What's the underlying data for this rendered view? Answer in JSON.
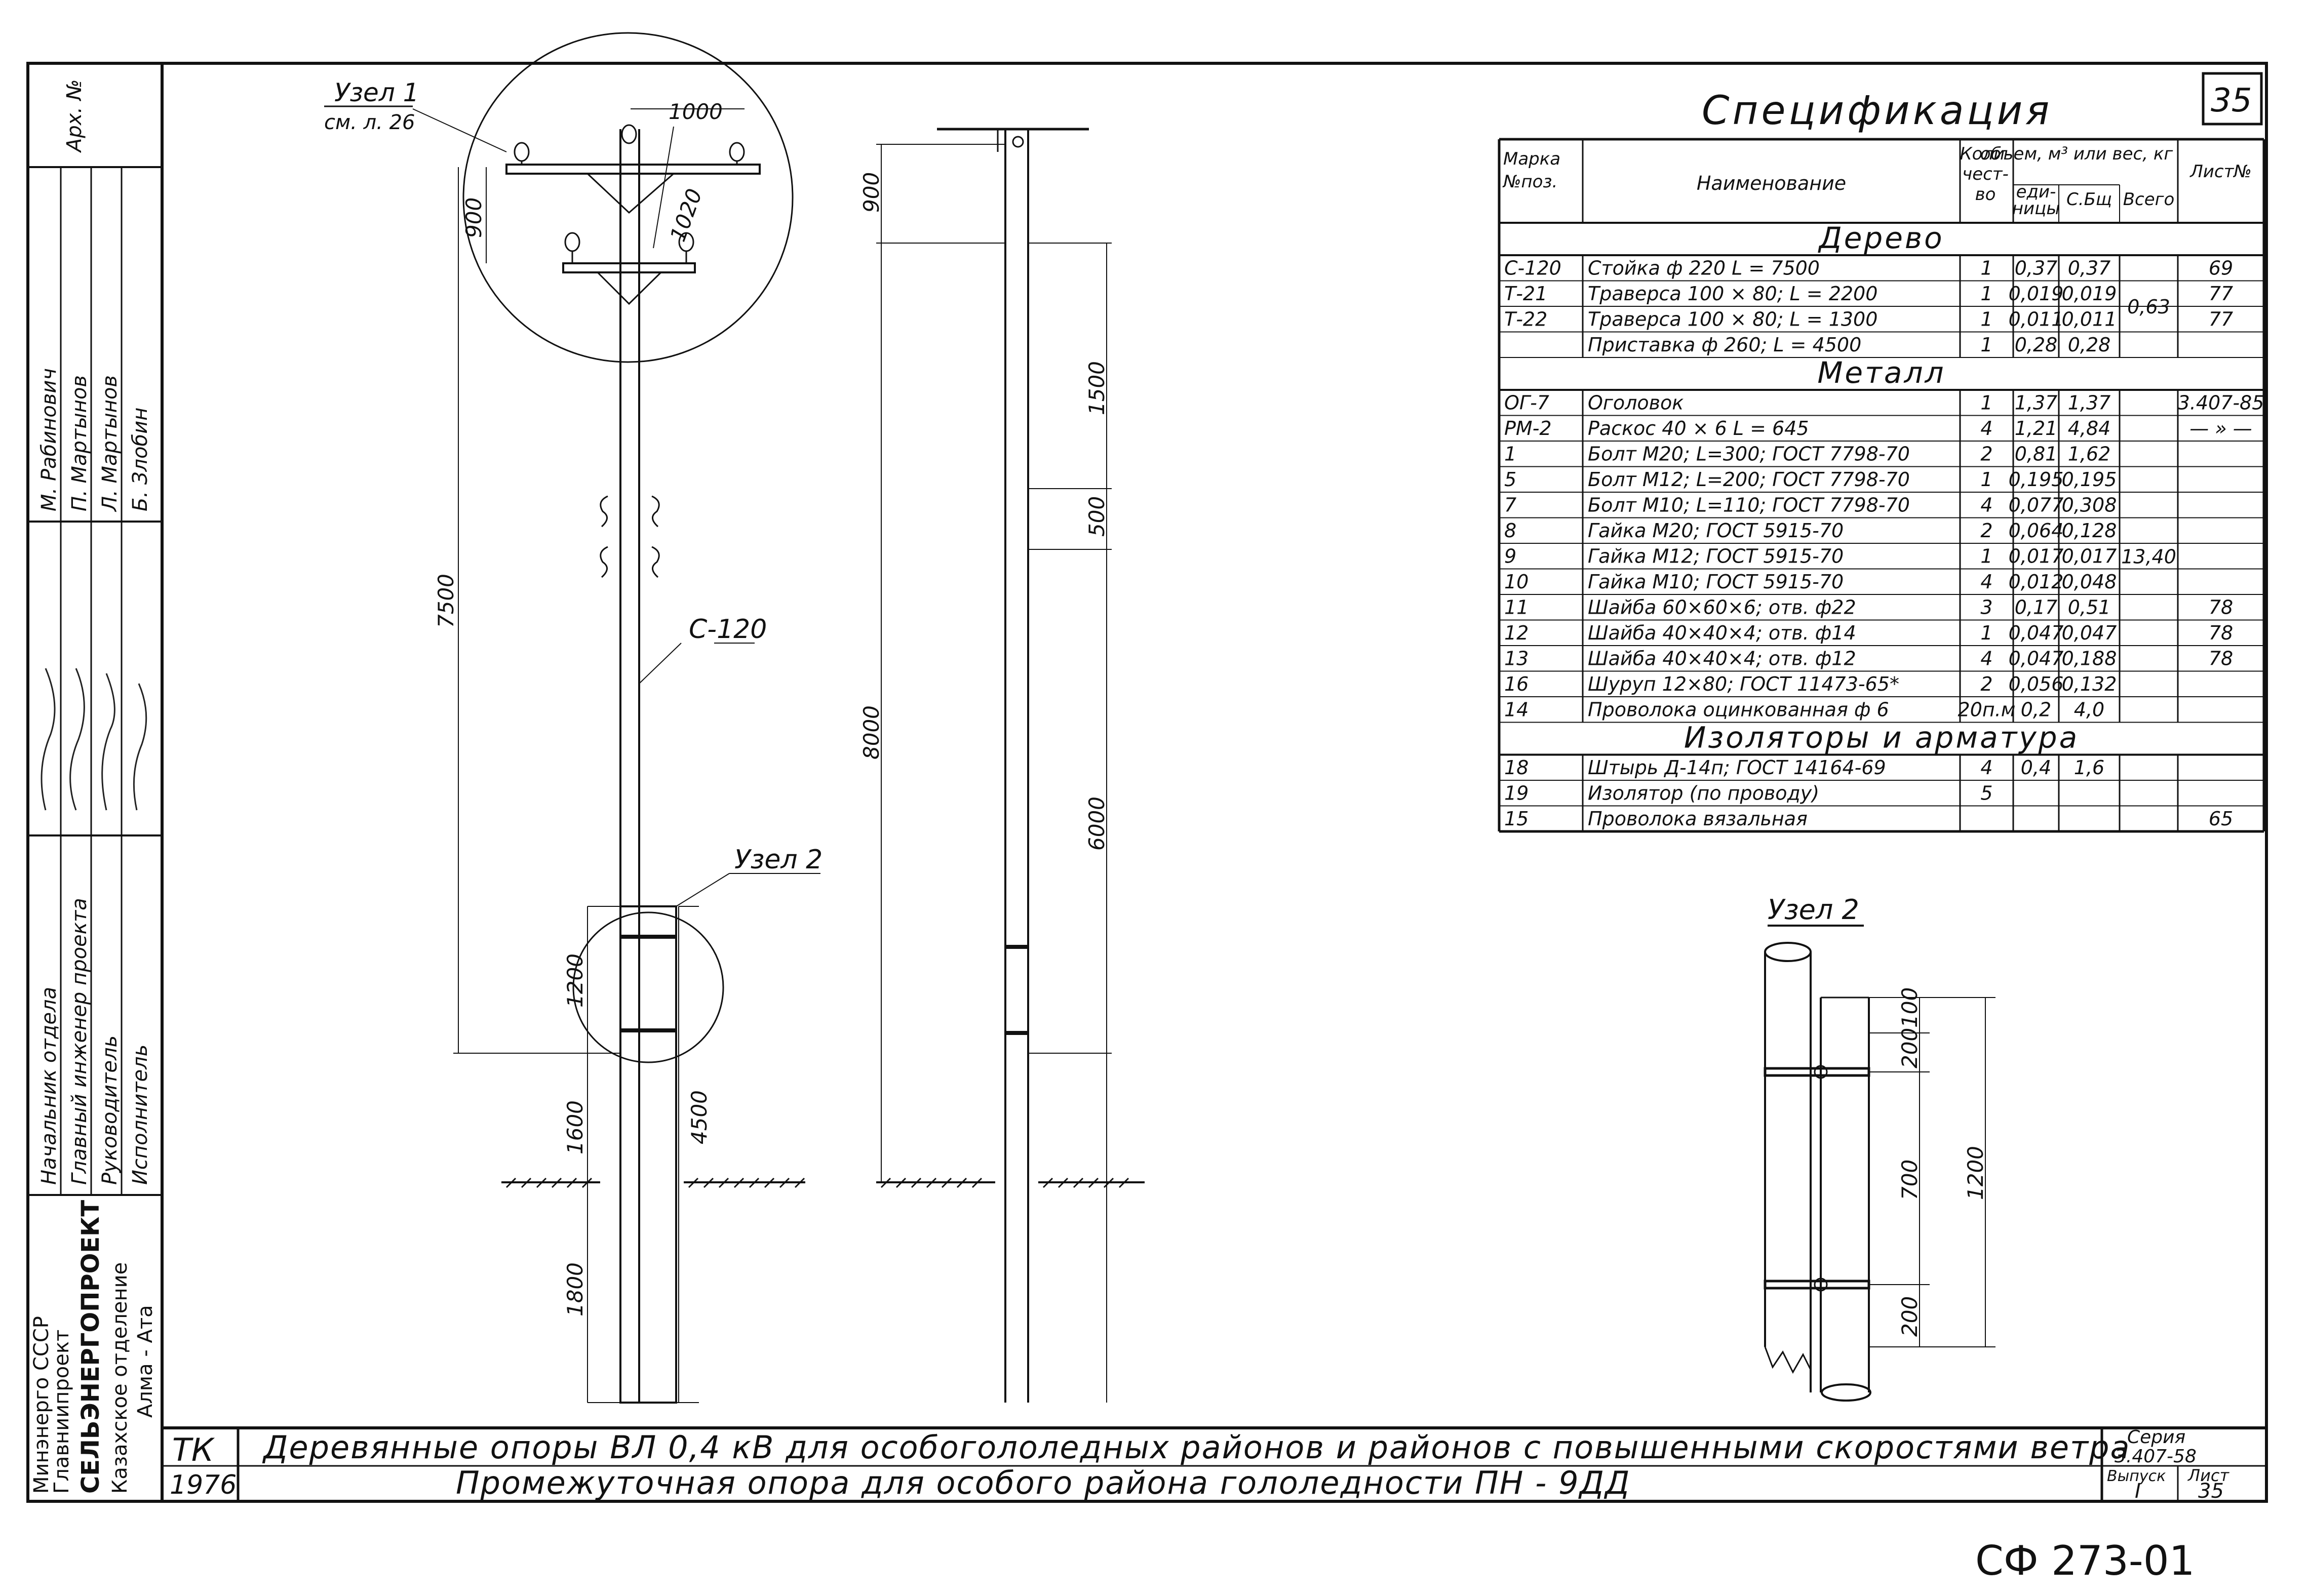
{
  "sheet_number": "35",
  "spec_title": "Спецификация",
  "spec_headers": {
    "mark": "Марка №поз.",
    "name": "Наименование",
    "qty": "Коли- чест- во",
    "volume": "объем, м³ или вес, кг",
    "unit": "еди- ницы",
    "sum": "С.Бщ",
    "total": "Всего",
    "sheet": "Лист№"
  },
  "spec_sections": [
    {
      "title": "Дерево",
      "total": "0,63",
      "rows": [
        {
          "mark": "С-120",
          "name": "Стойка  ф 220   L = 7500",
          "qty": "1",
          "unit": "0,37",
          "sum": "0,37",
          "sheet": "69"
        },
        {
          "mark": "Т-21",
          "name": "Траверса  100 × 80;  L = 2200",
          "qty": "1",
          "unit": "0,019",
          "sum": "0,019",
          "sheet": "77"
        },
        {
          "mark": "Т-22",
          "name": "Траверса  100 × 80;  L = 1300",
          "qty": "1",
          "unit": "0,011",
          "sum": "0,011",
          "sheet": "77"
        },
        {
          "mark": "",
          "name": "Приставка  ф 260;   L = 4500",
          "qty": "1",
          "unit": "0,28",
          "sum": "0,28",
          "sheet": ""
        }
      ]
    },
    {
      "title": "Металл",
      "total": "13,40",
      "rows": [
        {
          "mark": "ОГ-7",
          "name": "Оголовок",
          "qty": "1",
          "unit": "1,37",
          "sum": "1,37",
          "sheet": "3.407-85"
        },
        {
          "mark": "РМ-2",
          "name": "Раскос  40 × 6   L = 645",
          "qty": "4",
          "unit": "1,21",
          "sum": "4,84",
          "sheet": "— » —"
        },
        {
          "mark": "1",
          "name": "Болт  М20;  L=300;  ГОСТ 7798-70",
          "qty": "2",
          "unit": "0,81",
          "sum": "1,62",
          "sheet": ""
        },
        {
          "mark": "5",
          "name": "Болт  М12;  L=200;  ГОСТ 7798-70",
          "qty": "1",
          "unit": "0,195",
          "sum": "0,195",
          "sheet": ""
        },
        {
          "mark": "7",
          "name": "Болт  М10;  L=110;  ГОСТ 7798-70",
          "qty": "4",
          "unit": "0,077",
          "sum": "0,308",
          "sheet": ""
        },
        {
          "mark": "8",
          "name": "Гайка  М20;    ГОСТ 5915-70",
          "qty": "2",
          "unit": "0,064",
          "sum": "0,128",
          "sheet": ""
        },
        {
          "mark": "9",
          "name": "Гайка  М12;    ГОСТ 5915-70",
          "qty": "1",
          "unit": "0,017",
          "sum": "0,017",
          "sheet": ""
        },
        {
          "mark": "10",
          "name": "Гайка  М10;    ГОСТ 5915-70",
          "qty": "4",
          "unit": "0,012",
          "sum": "0,048",
          "sheet": ""
        },
        {
          "mark": "11",
          "name": "Шайба  60×60×6;  отв. ф22",
          "qty": "3",
          "unit": "0,17",
          "sum": "0,51",
          "sheet": "78"
        },
        {
          "mark": "12",
          "name": "Шайба  40×40×4;  отв. ф14",
          "qty": "1",
          "unit": "0,047",
          "sum": "0,047",
          "sheet": "78"
        },
        {
          "mark": "13",
          "name": "Шайба  40×40×4;  отв. ф12",
          "qty": "4",
          "unit": "0,047",
          "sum": "0,188",
          "sheet": "78"
        },
        {
          "mark": "16",
          "name": "Шуруп  12×80;  ГОСТ 11473-65*",
          "qty": "2",
          "unit": "0,056",
          "sum": "0,132",
          "sheet": ""
        },
        {
          "mark": "14",
          "name": "Проволока оцинкованная ф 6",
          "qty": "20п.м",
          "unit": "0,2",
          "sum": "4,0",
          "sheet": ""
        }
      ]
    },
    {
      "title": "Изоляторы   и  арматура",
      "total": "",
      "rows": [
        {
          "mark": "18",
          "name": "Штырь  Д-14п;  ГОСТ 14164-69",
          "qty": "4",
          "unit": "0,4",
          "sum": "1,6",
          "sheet": ""
        },
        {
          "mark": "19",
          "name": "Изолятор   (по проводу)",
          "qty": "5",
          "unit": "",
          "sum": "",
          "sheet": ""
        },
        {
          "mark": "15",
          "name": "Проволока  вязальная",
          "qty": "",
          "unit": "",
          "sum": "",
          "sheet": "65"
        }
      ]
    }
  ],
  "drawing_labels": {
    "node1": "Узел 1",
    "node1_ref": "см. л. 26",
    "node2": "Узел 2",
    "node2_detail_title": "Узел 2",
    "pole_mark": "С-120",
    "dim_1000": "1000",
    "dim_1020": "1020",
    "dim_900": "900",
    "dim_7500": "7500",
    "dim_1200": "1200",
    "dim_1600": "1600",
    "dim_4500": "4500",
    "dim_1800": "1800",
    "dim_side_900": "900",
    "dim_1500": "1500",
    "dim_500": "500",
    "dim_8000": "8000",
    "dim_6000": "6000",
    "dim_detail_100": "100",
    "dim_detail_200a": "200",
    "dim_detail_700": "700",
    "dim_detail_200b": "200",
    "dim_detail_1200": "1200"
  },
  "title_block": {
    "code": "ТК",
    "year": "1976",
    "title_line1": "Деревянные   опоры ВЛ 0,4 кВ  для  особогололедных  районов  и  районов  с  повышенными  скоростями   ветра",
    "title_line2": "Промежуточная    опора   для   особого   района   гололедности    ПН - 9ДД",
    "series_label": "Серия",
    "series_value": "3.407-58",
    "issue_label": "Выпуск",
    "issue_value": "I",
    "sheet_label": "Лист",
    "sheet_value": "35"
  },
  "side_block": {
    "archive": "Арх. №",
    "names": [
      "М. Рабинович",
      "П. Мартынов",
      "Л. Мартынов",
      "Б. Злобин"
    ],
    "positions": [
      "Начальник отдела",
      "Главный инженер проекта",
      "Руководитель",
      "Исполнитель"
    ],
    "org_line1": "Минэнерго СССР",
    "org_line2": "Главниипроект",
    "org_line3": "СЕЛЬЭНЕРГОПРОЕКТ",
    "org_line4": "Казахское отделение",
    "org_line5": "Алма - Ата"
  },
  "stamp": "СФ 273-01"
}
